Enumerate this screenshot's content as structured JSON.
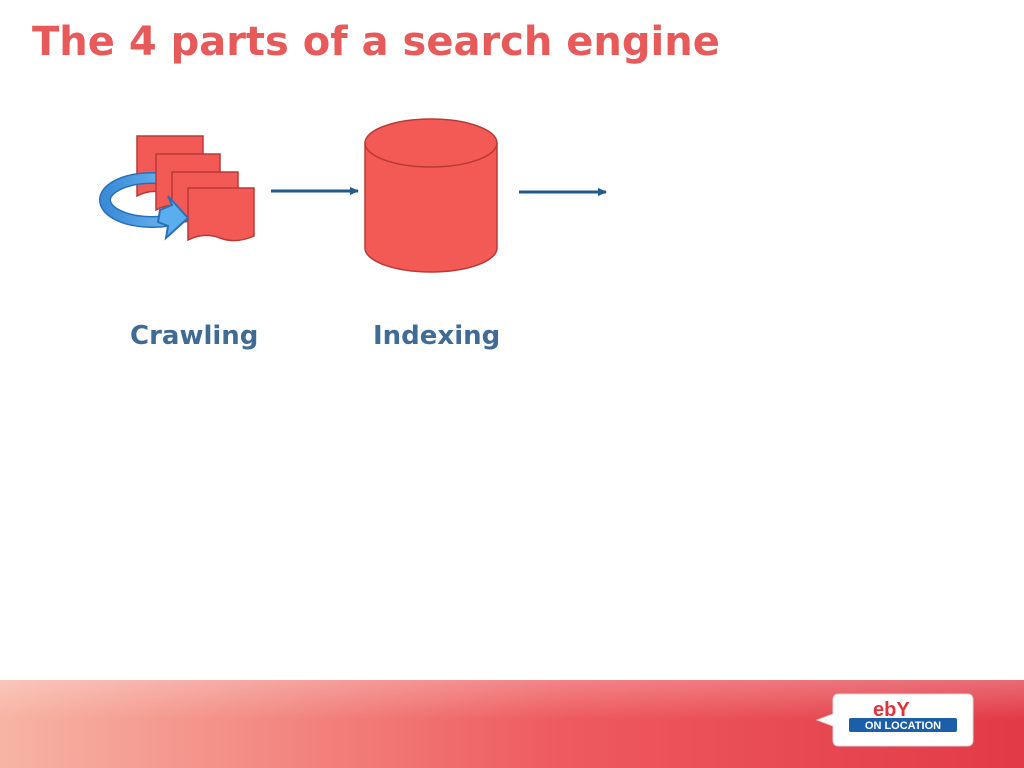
{
  "slide": {
    "title": "The 4 parts of a search engine",
    "steps": [
      {
        "label": "Crawling",
        "icon": "crawl-pages-icon"
      },
      {
        "label": "Indexing",
        "icon": "database-cylinder-icon"
      }
    ]
  },
  "branding": {
    "logo_icon": "ebay-on-location-logo",
    "logo_text": "ebY",
    "logo_subtext": "ON LOCATION"
  },
  "colors": {
    "title": "#e85a5a",
    "label": "#3f6b96",
    "shape_fill": "#f45a55",
    "shape_stroke": "#b83a36",
    "arrow": "#1f5a8c",
    "arrow_ring": "#5aaeee",
    "band_left": "#f7b4a4",
    "band_right": "#e23a46"
  }
}
